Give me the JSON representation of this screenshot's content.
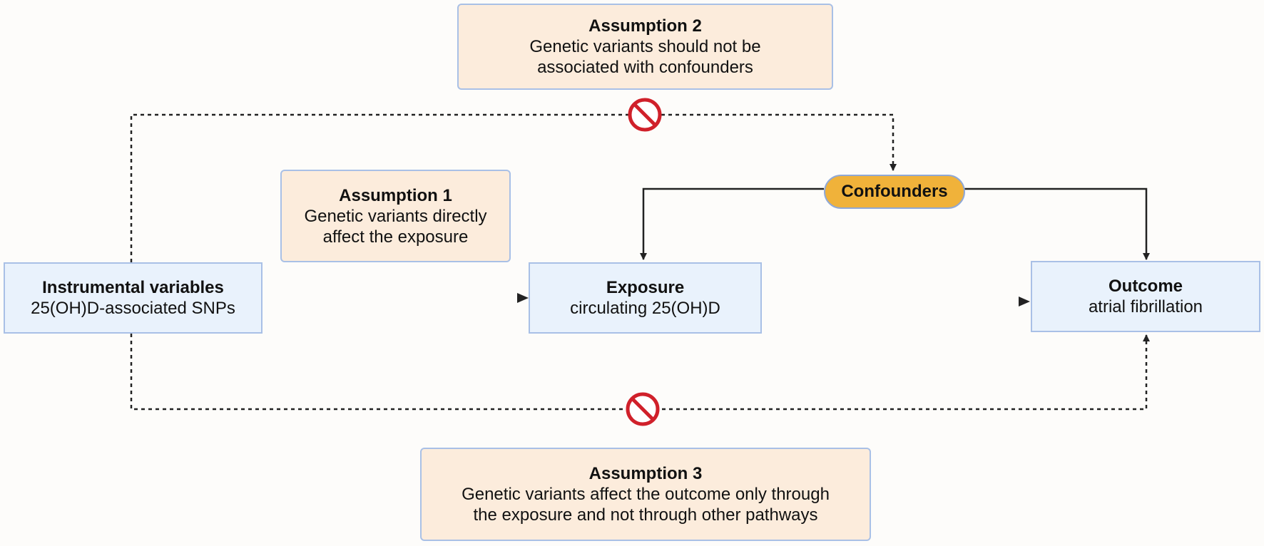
{
  "assumption2": {
    "title": "Assumption 2",
    "lines": [
      "Genetic variants should not be",
      "associated with confounders"
    ]
  },
  "assumption1": {
    "title": "Assumption 1",
    "lines": [
      "Genetic variants directly",
      "affect the exposure"
    ]
  },
  "assumption3": {
    "title": "Assumption 3",
    "lines": [
      "Genetic variants affect the outcome only through",
      "the exposure and not through other pathways"
    ]
  },
  "confounders": {
    "label": "Confounders"
  },
  "instrument": {
    "title": "Instrumental variables",
    "sub": "25(OH)D-associated SNPs"
  },
  "exposure": {
    "title": "Exposure",
    "sub": "circulating 25(OH)D"
  },
  "outcome": {
    "title": "Outcome",
    "sub": "atrial fibrillation"
  },
  "icons": {
    "prohibited": "no-symbol-icon"
  },
  "colors": {
    "assumption_fill": "#fcecdc",
    "node_fill": "#e9f2fc",
    "confounder_fill": "#f0b23a",
    "prohibit_red": "#d0202a",
    "border": "#a9c0e6"
  }
}
